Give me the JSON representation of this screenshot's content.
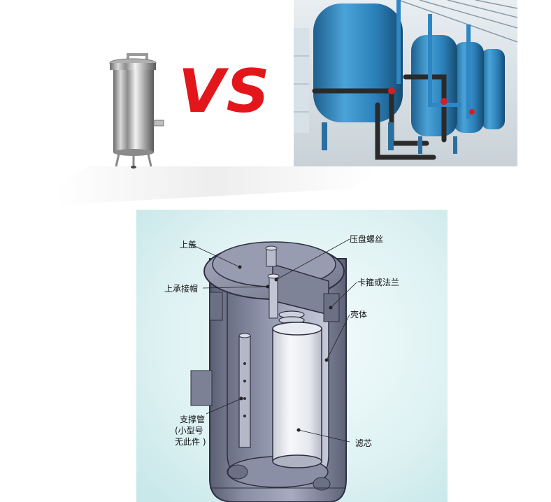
{
  "comparison": {
    "vs_text": "VS"
  },
  "diagram": {
    "labels": {
      "top_cover": "上盖",
      "upper_cap": "上承接帽",
      "press_screw": "压盘螺丝",
      "clamp_flange": "卡箍或法兰",
      "shell": "壳体",
      "support_tube": "支撑管",
      "support_tube_note_1": "(小型号",
      "support_tube_note_2": "无此件 )",
      "filter_element": "滤芯"
    }
  }
}
